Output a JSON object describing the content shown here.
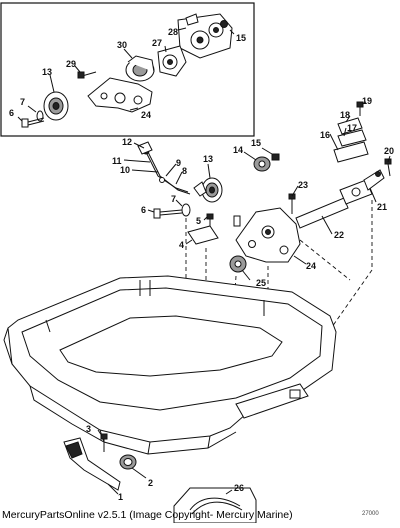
{
  "figure": {
    "copyright": "MercuryPartsOnline v2.5.1 (Image Copyright- Mercury Marine)",
    "ref_code": "27000"
  },
  "callouts": {
    "inset": [
      "6",
      "7",
      "13",
      "29",
      "30",
      "27",
      "28",
      "15",
      "24"
    ],
    "main": [
      "12",
      "11",
      "10",
      "9",
      "8",
      "13",
      "14",
      "15",
      "7",
      "6",
      "5",
      "4",
      "23",
      "25",
      "24",
      "22",
      "21",
      "20",
      "19",
      "18",
      "17",
      "16"
    ],
    "bottom": [
      "3",
      "2",
      "1",
      "26"
    ]
  }
}
